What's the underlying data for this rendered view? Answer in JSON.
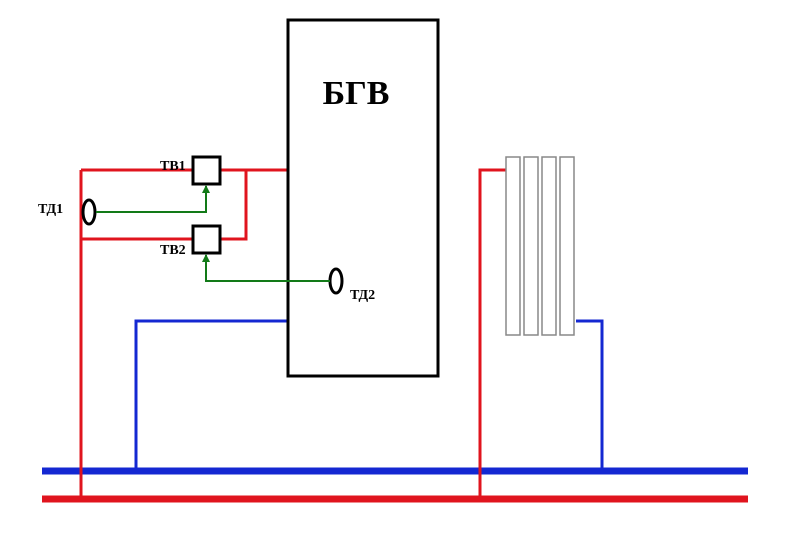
{
  "labels": {
    "tank": "БГВ",
    "valve_top": "ТВ1",
    "valve_bottom": "ТВ2",
    "sensor_left": "ТД1",
    "sensor_right": "ТД2"
  },
  "colors": {
    "supply": "#e0141e",
    "return": "#1428d2",
    "control": "#127a18",
    "outline": "#000000",
    "radiator_fill": "#ffffff",
    "radiator_stroke": "#888888"
  }
}
